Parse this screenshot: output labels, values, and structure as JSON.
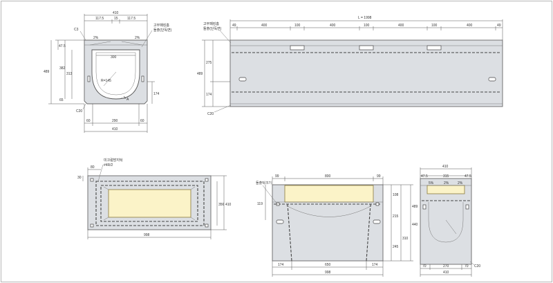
{
  "diagram": {
    "section_view": {
      "top_width": "410",
      "top_parts": [
        "117.5",
        "15",
        "117.5"
      ],
      "chamfer_top": "C3",
      "slope_left": "2%",
      "slope_right": "2%",
      "rib_label": "고무패킹홈",
      "rib_label2": "돌출(단독면)",
      "inner_width": "300",
      "heights": [
        "489",
        "47.5",
        "382",
        "313"
      ],
      "height_left_bottom": "65",
      "height_right": "174",
      "radius": "R=145",
      "mark_a": "A",
      "chamfer_bottom": "C20",
      "bottom_parts": [
        "60",
        "290",
        "60"
      ],
      "bottom_width": "410"
    },
    "side_view": {
      "length": "L = 1998",
      "note_line1": "고무패킹홈",
      "note_line2": "돌출(단독면)",
      "segments": [
        "49",
        "400",
        "100",
        "400",
        "100",
        "400",
        "100",
        "400",
        "49"
      ],
      "heights": [
        "489",
        "275",
        "174"
      ],
      "chamfer": "C20"
    },
    "top_view": {
      "note_line1": "미끄럼방지턱",
      "note_line2": "#4R/2",
      "top_dim": "80",
      "left_dim": "30",
      "right_dims": [
        "356",
        "410"
      ],
      "bottom_width": "998"
    },
    "elevation_view": {
      "note": "돌출턱크기",
      "top_parts": [
        "99",
        "800",
        "99"
      ],
      "left_dim": "119",
      "right_dims": [
        "108",
        "215",
        "245",
        "310",
        "440",
        "489"
      ],
      "bottom_parts": [
        "174",
        "650",
        "174"
      ],
      "bottom_width": "998"
    },
    "end_view": {
      "top_width": "410",
      "top_parts": [
        "47.5",
        "315",
        "47.5"
      ],
      "slopes": [
        "5%",
        "2%",
        "2%"
      ],
      "chamfer": "C20",
      "bottom_parts": [
        "70",
        "270",
        "70"
      ],
      "bottom_width": "410"
    }
  }
}
